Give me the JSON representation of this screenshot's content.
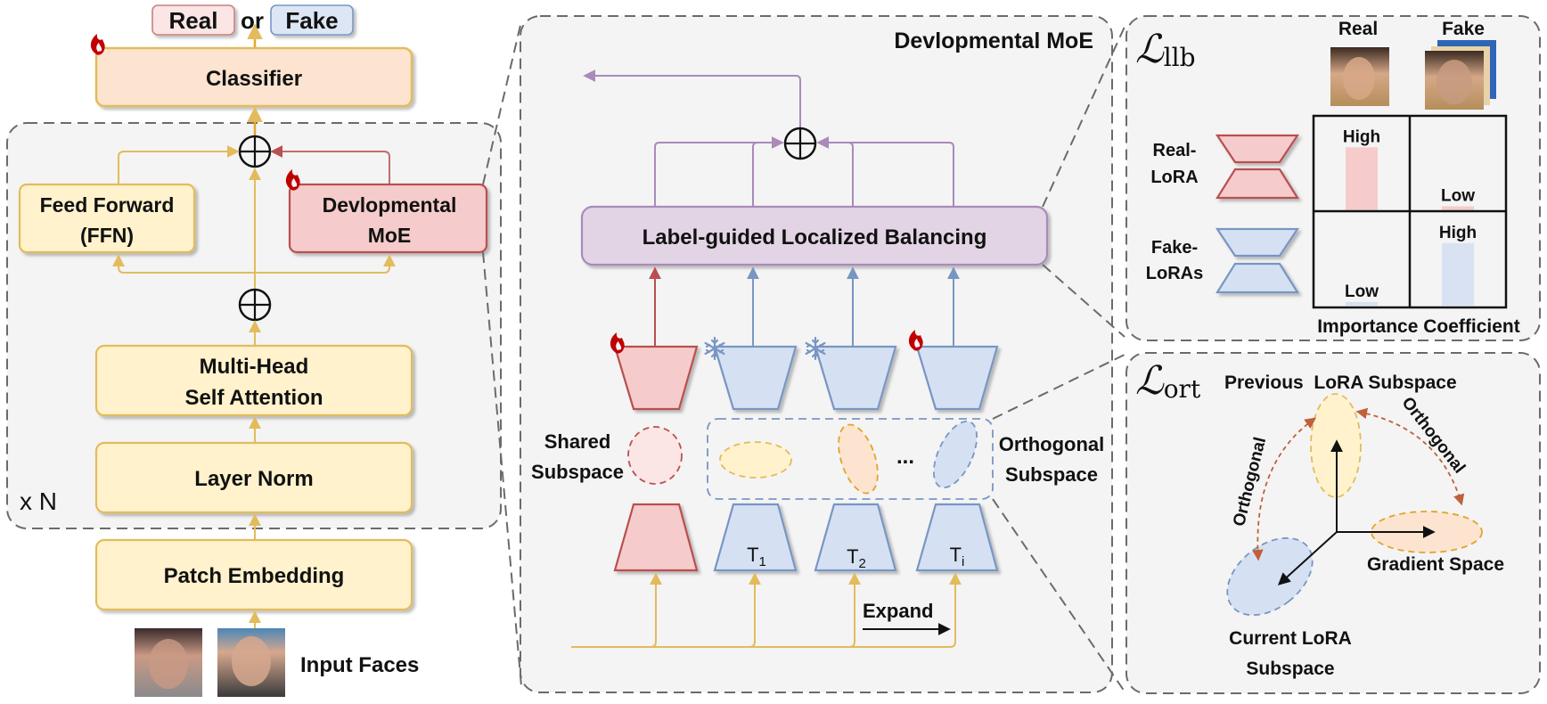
{
  "colors": {
    "yellow_fill": "#FFF2CC",
    "yellow_stroke": "#E2BC5C",
    "orange_fill": "#FCE4D0",
    "red_fill": "#F6CBCB",
    "red_stroke": "#B95050",
    "blue_fill": "#D5E1F2",
    "blue_stroke": "#7896C3",
    "purple_fill": "#E2D4E4",
    "purple_stroke": "#A98AB9",
    "panel_bg": "#F4F4F4",
    "dash": "#6B6B6B",
    "arrow_red": "#C0603A"
  },
  "left": {
    "output": {
      "real": "Real",
      "or": "or",
      "fake": "Fake"
    },
    "classifier": "Classifier",
    "ffn": {
      "line1": "Feed Forward",
      "line2": "(FFN)"
    },
    "moe": {
      "line1": "Devlopmental",
      "line2": "MoE"
    },
    "mhsa": {
      "line1": "Multi-Head",
      "line2": "Self Attention"
    },
    "layer_norm": "Layer Norm",
    "repeat": "x N",
    "patch_embedding": "Patch Embedding",
    "input_faces": "Input Faces",
    "icons": [
      "fire-icon",
      "fire-icon",
      "plus-circle-icon",
      "plus-circle-icon"
    ]
  },
  "middle": {
    "title": "Devlopmental MoE",
    "balancing": "Label-guided Localized Balancing",
    "shared_subspace": {
      "line1": "Shared",
      "line2": "Subspace"
    },
    "orthogonal_subspace": {
      "line1": "Orthogonal",
      "line2": "Subspace"
    },
    "ellipsis": "...",
    "tasks": [
      {
        "label": "",
        "sub": "",
        "type": "shared",
        "status": "trainable"
      },
      {
        "label": "T",
        "sub": "1",
        "type": "task",
        "status": "frozen"
      },
      {
        "label": "T",
        "sub": "2",
        "type": "task",
        "status": "frozen"
      },
      {
        "label": "T",
        "sub": "i",
        "type": "task",
        "status": "trainable"
      }
    ],
    "expand": "Expand"
  },
  "llb": {
    "symbol": "ℒ",
    "subscript": "llb",
    "col_real": "Real",
    "col_fake": "Fake",
    "row_real": {
      "line1": "Real-",
      "line2": "LoRA"
    },
    "row_fake": {
      "line1": "Fake-",
      "line2": "LoRAs"
    },
    "cells": [
      {
        "row": "Real-LoRA",
        "col": "Real",
        "label": "High",
        "level": 0.9
      },
      {
        "row": "Real-LoRA",
        "col": "Fake",
        "label": "Low",
        "level": 0.05
      },
      {
        "row": "Fake-LoRAs",
        "col": "Real",
        "label": "Low",
        "level": 0.05
      },
      {
        "row": "Fake-LoRAs",
        "col": "Fake",
        "label": "High",
        "level": 0.9
      }
    ],
    "axis_label": "Importance Coefficient"
  },
  "ort": {
    "symbol": "ℒ",
    "subscript": "ort",
    "previous": "Previous  LoRA Subspace",
    "orthogonal_left": "Orthogonal",
    "orthogonal_right": "Orthogonal",
    "gradient": "Gradient Space",
    "current": {
      "line1": "Current LoRA",
      "line2": "Subspace"
    }
  }
}
